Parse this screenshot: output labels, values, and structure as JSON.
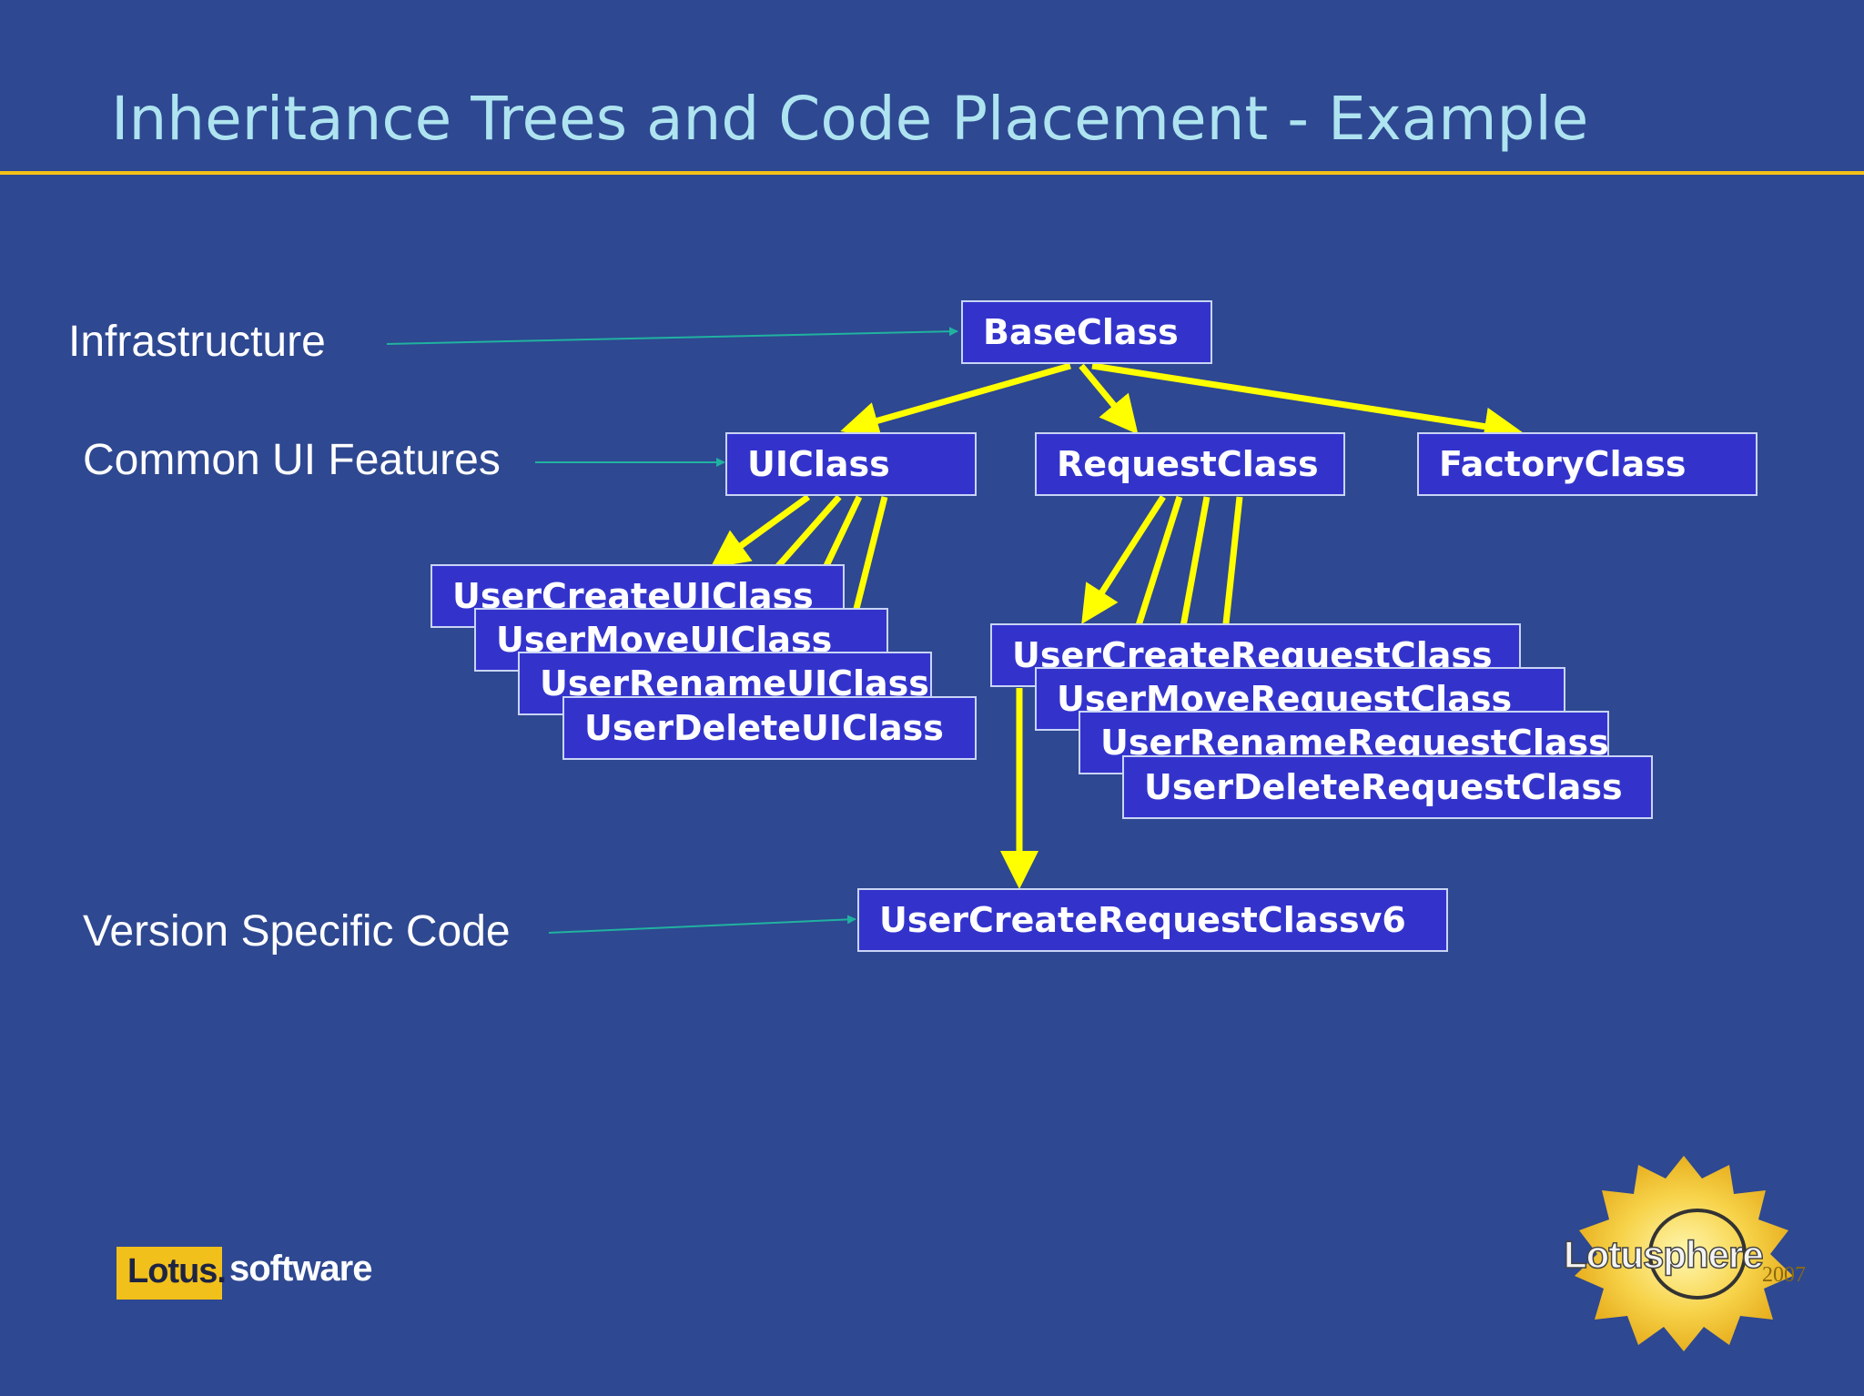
{
  "slide": {
    "title": "Inheritance Trees and Code Placement - Example"
  },
  "labels": {
    "infrastructure": "Infrastructure",
    "common_ui": "Common UI Features",
    "version_specific": "Version Specific Code"
  },
  "classes": {
    "base": "BaseClass",
    "ui": "UIClass",
    "request": "RequestClass",
    "factory": "FactoryClass",
    "user_create_ui": "UserCreateUIClass",
    "user_move_ui": "UserMoveUIClass",
    "user_rename_ui": "UserRenameUIClass",
    "user_delete_ui": "UserDeleteUIClass",
    "user_create_request": "UserCreateRequestClass",
    "user_move_request": "UserMoveRequestClass",
    "user_rename_request": "UserRenameRequestClass",
    "user_delete_request": "UserDeleteRequestClass",
    "user_create_request_v6": "UserCreateRequestClassv6"
  },
  "logos": {
    "lotus": "Lotus.",
    "software": "software",
    "lotusphere_brand": "Lotusphere",
    "lotusphere_year": "2007"
  },
  "colors": {
    "background": "#2e4891",
    "title": "#aee3f0",
    "rule": "#f2c01a",
    "box_fill": "#3333cc",
    "inherit_arrow": "#ffff00",
    "label_arrow": "#20b2a0"
  }
}
